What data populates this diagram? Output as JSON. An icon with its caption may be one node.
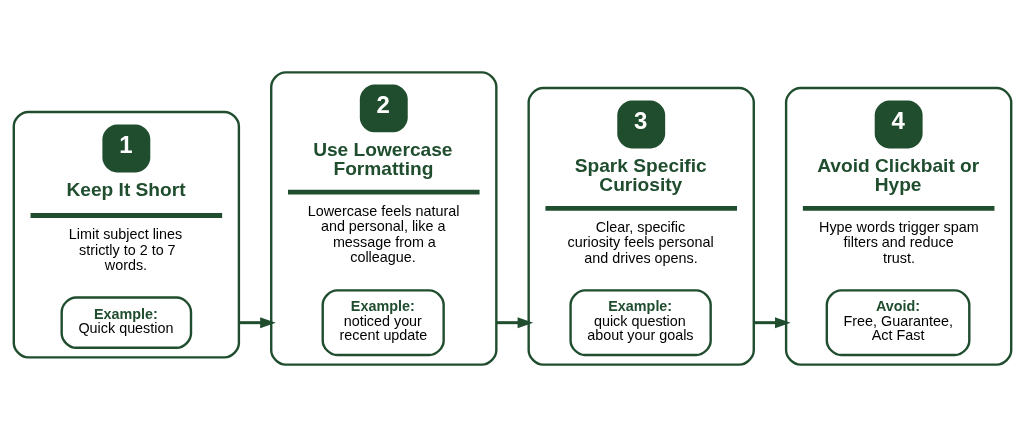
{
  "diagram": {
    "nodes": [
      {
        "text": [
          "1",
          "Keep It Short",
          "Limit subject lines strictly to 2 to 7 words."
        ]
      },
      {
        "text": [
          "Example:",
          "Quick question"
        ],
        "in": 0
      },
      {
        "text": [
          "2",
          "Use Lowercase Formatting",
          "Lowercase feels natural and personal, like a message from a colleague."
        ]
      },
      {
        "text": [
          "Example:",
          "noticed your recent update"
        ],
        "in": 2
      },
      {
        "text": [
          "3",
          "Spark Specific Curiosity",
          "Clear, specific curiosity feels personal and drives opens."
        ]
      },
      {
        "text": [
          "Example:",
          "quick question about your goals"
        ],
        "in": 4
      },
      {
        "text": [
          "4",
          "Avoid Clickbait or Hype",
          "Hype words trigger spam filters and reduce trust."
        ]
      },
      {
        "text": [
          "Avoid:",
          "Free, Guarantee, Act Fast"
        ],
        "in": 6
      }
    ],
    "edges": [
      {
        "from": 0,
        "to": 2,
        "arrow": "to"
      },
      {
        "from": 2,
        "to": 4,
        "arrow": "to"
      },
      {
        "from": 4,
        "to": 6,
        "arrow": "to"
      }
    ]
  }
}
